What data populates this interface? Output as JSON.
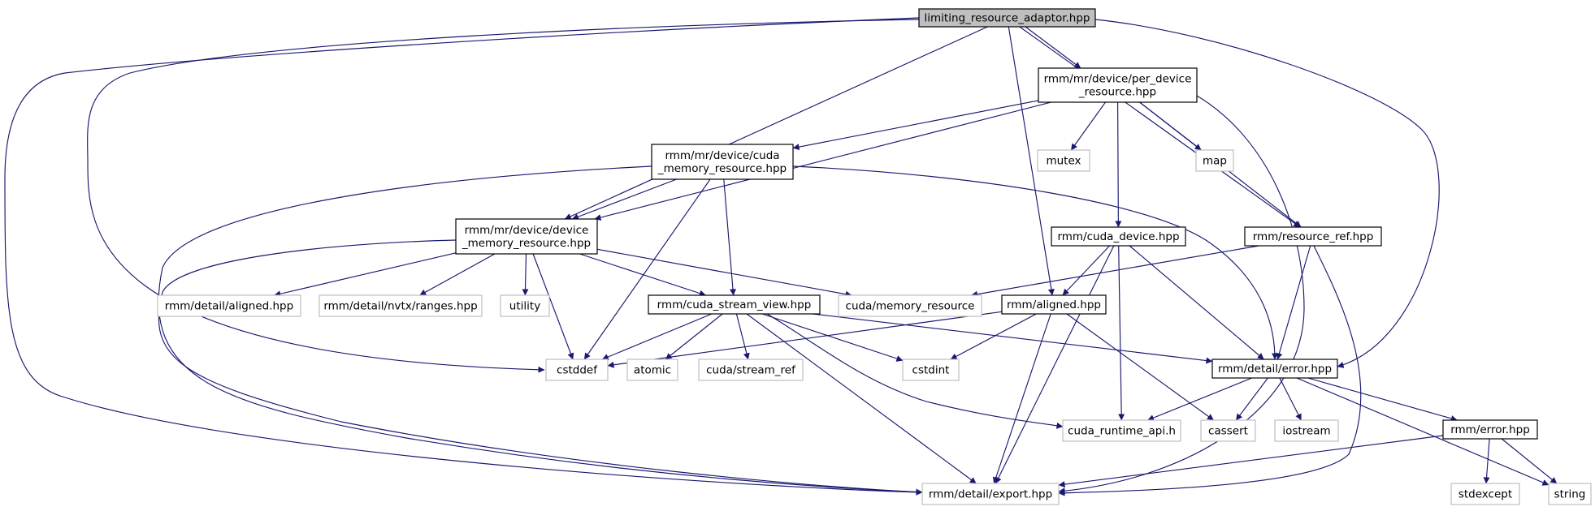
{
  "colors": {
    "edge": "#191970",
    "root_fill": "#bfbfbf",
    "root_stroke": "#000000",
    "header_stroke": "#000000",
    "external_stroke": "#bfbfbf",
    "text": "#000000"
  },
  "nodes": [
    {
      "id": "root",
      "kind": "root",
      "lines": [
        "limiting_resource_adaptor.hpp"
      ]
    },
    {
      "id": "per_device",
      "kind": "header",
      "lines": [
        "rmm/mr/device/per_device",
        "_resource.hpp"
      ]
    },
    {
      "id": "cuda_mr",
      "kind": "header",
      "lines": [
        "rmm/mr/device/cuda",
        "_memory_resource.hpp"
      ]
    },
    {
      "id": "device_mr",
      "kind": "header",
      "lines": [
        "rmm/mr/device/device",
        "_memory_resource.hpp"
      ]
    },
    {
      "id": "mutex",
      "kind": "external",
      "lines": [
        "mutex"
      ]
    },
    {
      "id": "map",
      "kind": "external",
      "lines": [
        "map"
      ]
    },
    {
      "id": "cuda_device",
      "kind": "header",
      "lines": [
        "rmm/cuda_device.hpp"
      ]
    },
    {
      "id": "resource_ref",
      "kind": "header",
      "lines": [
        "rmm/resource_ref.hpp"
      ]
    },
    {
      "id": "detail_aligned",
      "kind": "external",
      "lines": [
        "rmm/detail/aligned.hpp"
      ]
    },
    {
      "id": "nvtx_ranges",
      "kind": "external",
      "lines": [
        "rmm/detail/nvtx/ranges.hpp"
      ]
    },
    {
      "id": "utility",
      "kind": "external",
      "lines": [
        "utility"
      ]
    },
    {
      "id": "stream_view",
      "kind": "header",
      "lines": [
        "rmm/cuda_stream_view.hpp"
      ]
    },
    {
      "id": "cuda_memory_resource",
      "kind": "external",
      "lines": [
        "cuda/memory_resource"
      ]
    },
    {
      "id": "aligned",
      "kind": "header",
      "lines": [
        "rmm/aligned.hpp"
      ]
    },
    {
      "id": "cstddef",
      "kind": "external",
      "lines": [
        "cstddef"
      ]
    },
    {
      "id": "atomic",
      "kind": "external",
      "lines": [
        "atomic"
      ]
    },
    {
      "id": "stream_ref",
      "kind": "external",
      "lines": [
        "cuda/stream_ref"
      ]
    },
    {
      "id": "cstdint",
      "kind": "external",
      "lines": [
        "cstdint"
      ]
    },
    {
      "id": "detail_error",
      "kind": "header",
      "lines": [
        "rmm/detail/error.hpp"
      ]
    },
    {
      "id": "cuda_runtime",
      "kind": "external",
      "lines": [
        "cuda_runtime_api.h"
      ]
    },
    {
      "id": "cassert",
      "kind": "external",
      "lines": [
        "cassert"
      ]
    },
    {
      "id": "iostream",
      "kind": "external",
      "lines": [
        "iostream"
      ]
    },
    {
      "id": "error",
      "kind": "header",
      "lines": [
        "rmm/error.hpp"
      ]
    },
    {
      "id": "stdexcept",
      "kind": "external",
      "lines": [
        "stdexcept"
      ]
    },
    {
      "id": "string",
      "kind": "external",
      "lines": [
        "string"
      ]
    },
    {
      "id": "export",
      "kind": "external",
      "lines": [
        "rmm/detail/export.hpp"
      ]
    }
  ],
  "edges": [
    [
      "root",
      "per_device"
    ],
    [
      "root",
      "device_mr"
    ],
    [
      "root",
      "aligned"
    ],
    [
      "root",
      "resource_ref"
    ],
    [
      "root",
      "detail_error"
    ],
    [
      "root",
      "cstddef"
    ],
    [
      "root",
      "export"
    ],
    [
      "per_device",
      "cuda_mr"
    ],
    [
      "per_device",
      "device_mr"
    ],
    [
      "per_device",
      "mutex"
    ],
    [
      "per_device",
      "map"
    ],
    [
      "per_device",
      "cuda_device"
    ],
    [
      "per_device",
      "resource_ref"
    ],
    [
      "per_device",
      "export"
    ],
    [
      "cuda_mr",
      "device_mr"
    ],
    [
      "cuda_mr",
      "stream_view"
    ],
    [
      "cuda_mr",
      "cstddef"
    ],
    [
      "cuda_mr",
      "detail_error"
    ],
    [
      "cuda_mr",
      "export"
    ],
    [
      "device_mr",
      "detail_aligned"
    ],
    [
      "device_mr",
      "nvtx_ranges"
    ],
    [
      "device_mr",
      "utility"
    ],
    [
      "device_mr",
      "stream_view"
    ],
    [
      "device_mr",
      "cuda_memory_resource"
    ],
    [
      "device_mr",
      "cstddef"
    ],
    [
      "device_mr",
      "export"
    ],
    [
      "cuda_device",
      "aligned"
    ],
    [
      "cuda_device",
      "detail_error"
    ],
    [
      "cuda_device",
      "cuda_runtime"
    ],
    [
      "cuda_device",
      "export"
    ],
    [
      "resource_ref",
      "cuda_memory_resource"
    ],
    [
      "resource_ref",
      "detail_error"
    ],
    [
      "resource_ref",
      "export"
    ],
    [
      "stream_view",
      "cstddef"
    ],
    [
      "stream_view",
      "atomic"
    ],
    [
      "stream_view",
      "stream_ref"
    ],
    [
      "stream_view",
      "cstdint"
    ],
    [
      "stream_view",
      "detail_error"
    ],
    [
      "stream_view",
      "cuda_runtime"
    ],
    [
      "stream_view",
      "export"
    ],
    [
      "aligned",
      "cstddef"
    ],
    [
      "aligned",
      "cstdint"
    ],
    [
      "aligned",
      "cassert"
    ],
    [
      "aligned",
      "export"
    ],
    [
      "detail_error",
      "cuda_runtime"
    ],
    [
      "detail_error",
      "cassert"
    ],
    [
      "detail_error",
      "iostream"
    ],
    [
      "detail_error",
      "error"
    ],
    [
      "detail_error",
      "string"
    ],
    [
      "error",
      "stdexcept"
    ],
    [
      "error",
      "string"
    ],
    [
      "error",
      "export"
    ]
  ]
}
